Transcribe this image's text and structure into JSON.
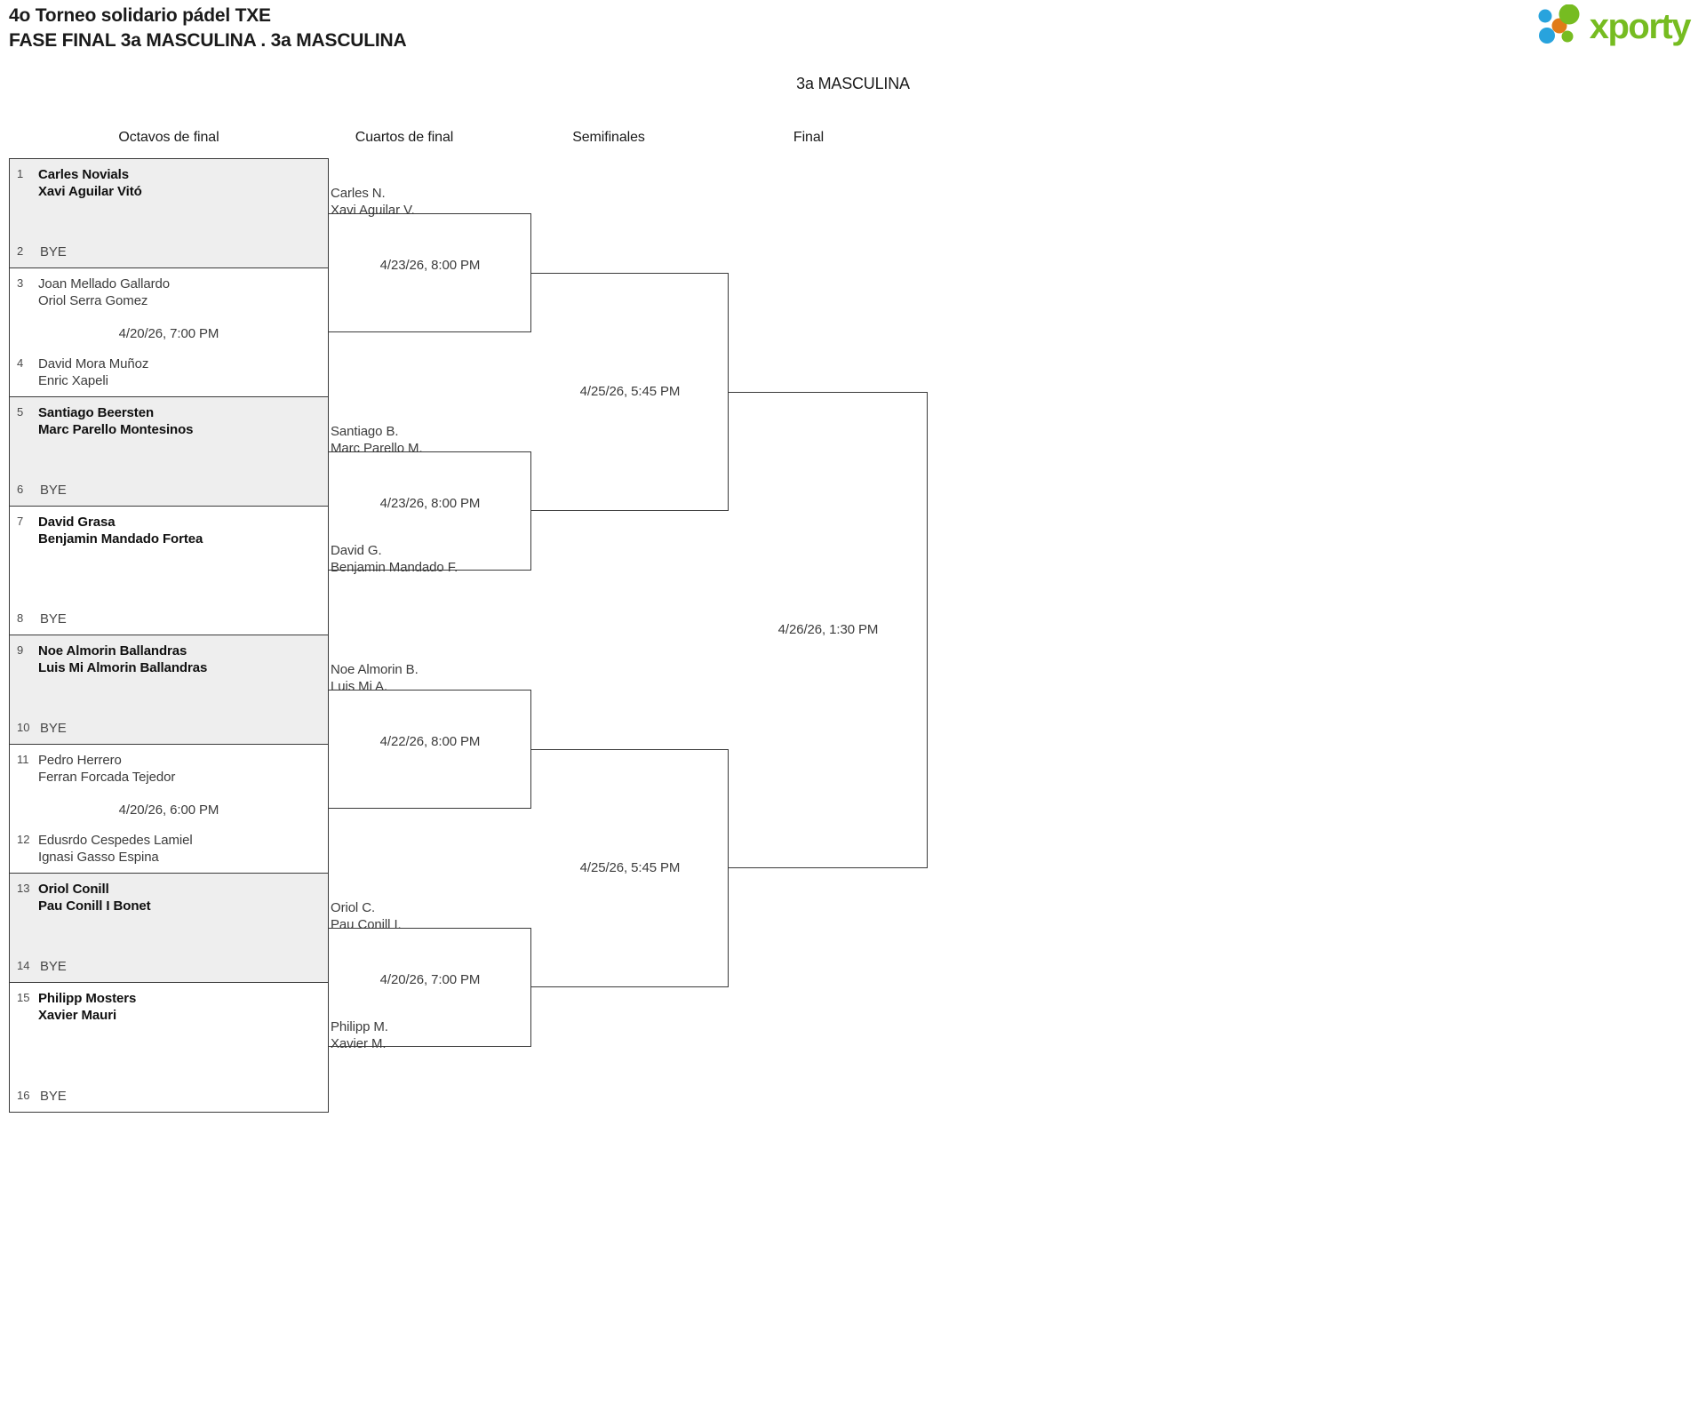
{
  "header": {
    "title": "4o Torneo solidario pádel TXE",
    "subtitle": "FASE FINAL 3a MASCULINA . 3a MASCULINA",
    "category": "3a MASCULINA",
    "brand": "xporty",
    "brand_colors": {
      "green": "#76bc21",
      "blue": "#28a3dd",
      "orange": "#e07b18"
    }
  },
  "rounds": [
    {
      "label": "Octavos de final"
    },
    {
      "label": "Cuartos de final"
    },
    {
      "label": "Semifinales"
    },
    {
      "label": "Final"
    }
  ],
  "round1": [
    {
      "shaded": true,
      "date": "",
      "top": {
        "seed": "1",
        "lines": [
          "Carles Novials",
          "Xavi Aguilar Vitó"
        ],
        "winner": true,
        "bye": false
      },
      "bottom": {
        "seed": "2",
        "lines": [
          "BYE"
        ],
        "winner": false,
        "bye": true
      }
    },
    {
      "shaded": false,
      "date": "4/20/26, 7:00 PM",
      "top": {
        "seed": "3",
        "lines": [
          "Joan Mellado Gallardo",
          "Oriol Serra Gomez"
        ],
        "winner": false,
        "bye": false
      },
      "bottom": {
        "seed": "4",
        "lines": [
          "David Mora Muñoz",
          "Enric Xapeli"
        ],
        "winner": false,
        "bye": false
      }
    },
    {
      "shaded": true,
      "date": "",
      "top": {
        "seed": "5",
        "lines": [
          "Santiago Beersten",
          "Marc Parello Montesinos"
        ],
        "winner": true,
        "bye": false
      },
      "bottom": {
        "seed": "6",
        "lines": [
          "BYE"
        ],
        "winner": false,
        "bye": true
      }
    },
    {
      "shaded": false,
      "date": "",
      "top": {
        "seed": "7",
        "lines": [
          "David Grasa",
          "Benjamin Mandado Fortea"
        ],
        "winner": true,
        "bye": false
      },
      "bottom": {
        "seed": "8",
        "lines": [
          "BYE"
        ],
        "winner": false,
        "bye": true
      }
    },
    {
      "shaded": true,
      "date": "",
      "top": {
        "seed": "9",
        "lines": [
          "Noe Almorin Ballandras",
          "Luis Mi Almorin Ballandras"
        ],
        "winner": true,
        "bye": false
      },
      "bottom": {
        "seed": "10",
        "lines": [
          "BYE"
        ],
        "winner": false,
        "bye": true
      }
    },
    {
      "shaded": false,
      "date": "4/20/26, 6:00 PM",
      "top": {
        "seed": "11",
        "lines": [
          "Pedro Herrero",
          "Ferran Forcada Tejedor"
        ],
        "winner": false,
        "bye": false
      },
      "bottom": {
        "seed": "12",
        "lines": [
          "Edusrdo Cespedes Lamiel",
          "Ignasi Gasso Espina"
        ],
        "winner": false,
        "bye": false
      }
    },
    {
      "shaded": true,
      "date": "",
      "top": {
        "seed": "13",
        "lines": [
          "Oriol Conill",
          "Pau Conill I Bonet"
        ],
        "winner": true,
        "bye": false
      },
      "bottom": {
        "seed": "14",
        "lines": [
          "BYE"
        ],
        "winner": false,
        "bye": true
      }
    },
    {
      "shaded": false,
      "date": "",
      "top": {
        "seed": "15",
        "lines": [
          "Philipp Mosters",
          "Xavier Mauri"
        ],
        "winner": true,
        "bye": false
      },
      "bottom": {
        "seed": "16",
        "lines": [
          "BYE"
        ],
        "winner": false,
        "bye": true
      }
    }
  ],
  "round2": [
    {
      "date": "4/23/26, 8:00 PM",
      "team_top": [
        "Carles N.",
        "Xavi Aguilar V."
      ],
      "team_bottom": []
    },
    {
      "date": "4/23/26, 8:00 PM",
      "team_top": [
        "Santiago B.",
        "Marc Parello M."
      ],
      "team_bottom": [
        "David G.",
        "Benjamin Mandado F."
      ]
    },
    {
      "date": "4/22/26, 8:00 PM",
      "team_top": [
        "Noe Almorin B.",
        "Luis Mi A."
      ],
      "team_bottom": []
    },
    {
      "date": "4/20/26, 7:00 PM",
      "team_top": [
        "Oriol C.",
        "Pau Conill I."
      ],
      "team_bottom": [
        "Philipp M.",
        "Xavier M."
      ]
    }
  ],
  "round3": [
    {
      "date": "4/25/26, 5:45 PM"
    },
    {
      "date": "4/25/26, 5:45 PM"
    }
  ],
  "round4": [
    {
      "date": "4/26/26, 1:30 PM"
    }
  ]
}
